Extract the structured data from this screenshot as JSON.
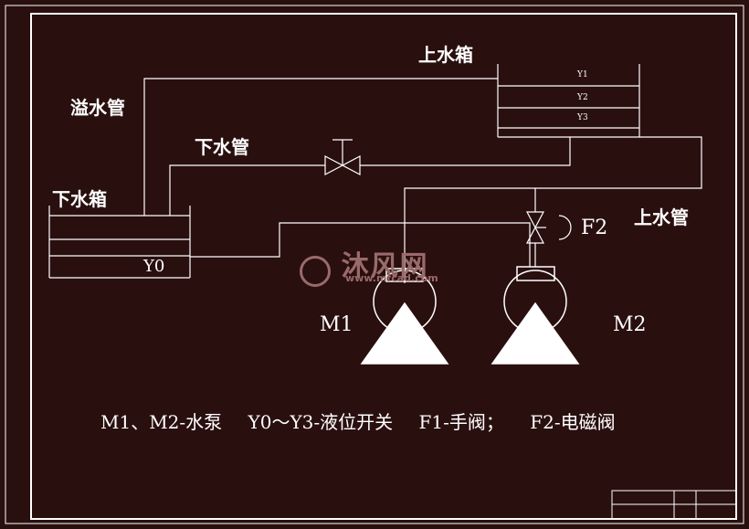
{
  "colors": {
    "background": "#2a0f0f",
    "line": "#ffffff",
    "watermark": "#9a6a6a"
  },
  "labels": {
    "upper_tank": "上水箱",
    "overflow_pipe": "溢水管",
    "down_pipe": "下水管",
    "lower_tank": "下水箱",
    "up_pipe": "上水管",
    "f2": "F2",
    "m1": "M1",
    "m2": "M2",
    "y0": "Y0",
    "y1": "Y1",
    "y2": "Y2",
    "y3": "Y3"
  },
  "legend": {
    "pumps": "M1、M2-水泵",
    "switches": "Y0～Y3-液位开关",
    "manual_valve": "F1-手阀；",
    "solenoid_valve": "F2-电磁阀"
  },
  "watermark": {
    "main": "沐风网",
    "url": "www.mfcad.com"
  },
  "title_block": {
    "cell_a": "",
    "cell_b": ""
  }
}
